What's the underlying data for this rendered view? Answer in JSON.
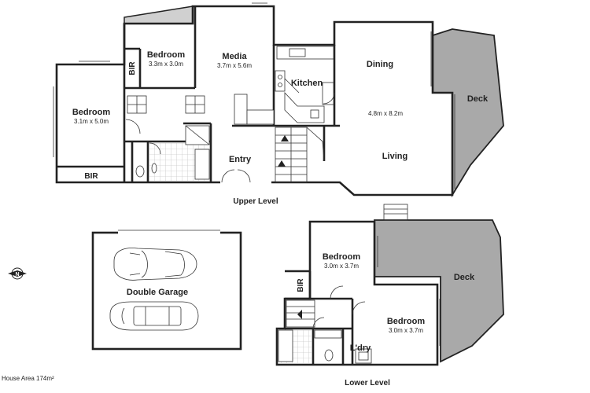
{
  "upper_level": {
    "title": "Upper Level",
    "rooms": {
      "bedroom_top": {
        "name": "Bedroom",
        "dims": "3.3m x 3.0m"
      },
      "media": {
        "name": "Media",
        "dims": "3.7m x 5.6m"
      },
      "kitchen": {
        "name": "Kitchen"
      },
      "dining": {
        "name": "Dining"
      },
      "dining_dims": "4.8m x 8.2m",
      "living": {
        "name": "Living"
      },
      "deck": {
        "name": "Deck"
      },
      "bedroom_left": {
        "name": "Bedroom",
        "dims": "3.1m x 5.0m"
      },
      "bir_small": "BIR",
      "bir_large": "BIR",
      "entry": {
        "name": "Entry"
      }
    }
  },
  "lower_level": {
    "title": "Lower Level",
    "rooms": {
      "bedroom_1": {
        "name": "Bedroom",
        "dims": "3.0m x 3.7m"
      },
      "bedroom_2": {
        "name": "Bedroom",
        "dims": "3.0m x 3.7m"
      },
      "bir": "BIR",
      "laundry": {
        "name": "L'dry"
      },
      "deck": {
        "name": "Deck"
      }
    }
  },
  "garage": {
    "name": "Double Garage"
  },
  "house_area": "House Area 174m²",
  "compass": {
    "label": "N"
  },
  "colors": {
    "wall": "#222222",
    "deck": "#a9a9a9",
    "background": "#ffffff"
  }
}
